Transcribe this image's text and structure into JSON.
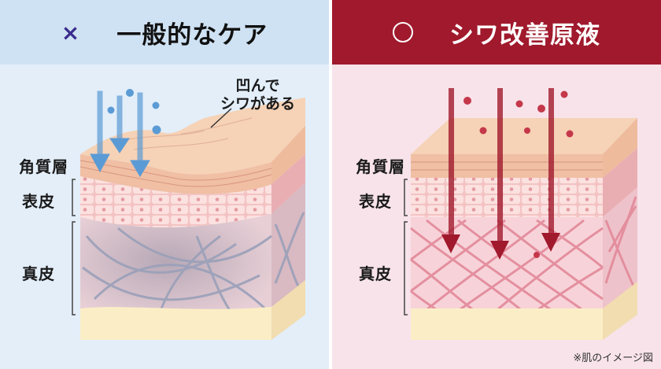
{
  "left_panel": {
    "mark": "×",
    "title": "一般的なケア",
    "annotation": [
      "凹んで",
      "シワがある"
    ],
    "labels": {
      "stratum_corneum": "角質層",
      "epidermis": "表皮",
      "dermis": "真皮"
    }
  },
  "right_panel": {
    "mark": "○",
    "title": "シワ改善原液",
    "labels": {
      "stratum_corneum": "角質層",
      "epidermis": "表皮",
      "dermis": "真皮"
    }
  },
  "footnote": "※肌のイメージ図",
  "colors": {
    "left_header_bg": "#cfe2f3",
    "right_header_bg": "#a0192c",
    "left_arrow": "#5b9bd5",
    "right_arrow": "#a0192c"
  }
}
